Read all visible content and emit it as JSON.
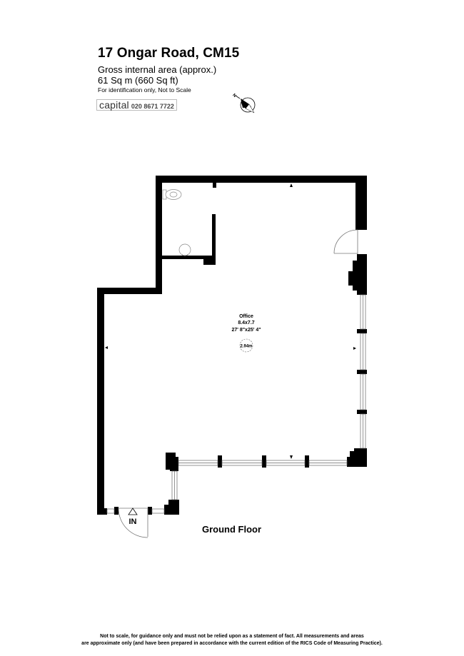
{
  "header": {
    "address": "17 Ongar Road, CM15",
    "area_label": "Gross internal area (approx.)",
    "area_value": "61 Sq m (660 Sq ft)",
    "note": "For identification only, Not to Scale"
  },
  "branding": {
    "agent_name": "capital",
    "phone": "020 8671 7722"
  },
  "compass": {
    "north_label": "N",
    "icon": "compass-north-icon"
  },
  "rooms": [
    {
      "name": "Office",
      "metric": "8.4x7.7",
      "imperial": "27' 8\"x25' 4\"",
      "ceiling_height": "2.94m"
    }
  ],
  "entrance": {
    "label": "IN",
    "icon": "entrance-arrow-icon"
  },
  "fixtures": [
    {
      "type": "toilet",
      "icon": "toilet-icon"
    },
    {
      "type": "basin",
      "icon": "basin-icon"
    }
  ],
  "floor_label": "Ground Floor",
  "footer": {
    "line1": "Not to scale, for guidance only and must not be relied upon as a statement of fact.  All measurements and areas",
    "line2": "are approximate only (and have been prepared in accordance with the current edition of the RICS Code of Measuring Practice)."
  },
  "colors": {
    "wall": "#000000",
    "background": "#ffffff",
    "fixture_line": "#888888"
  }
}
